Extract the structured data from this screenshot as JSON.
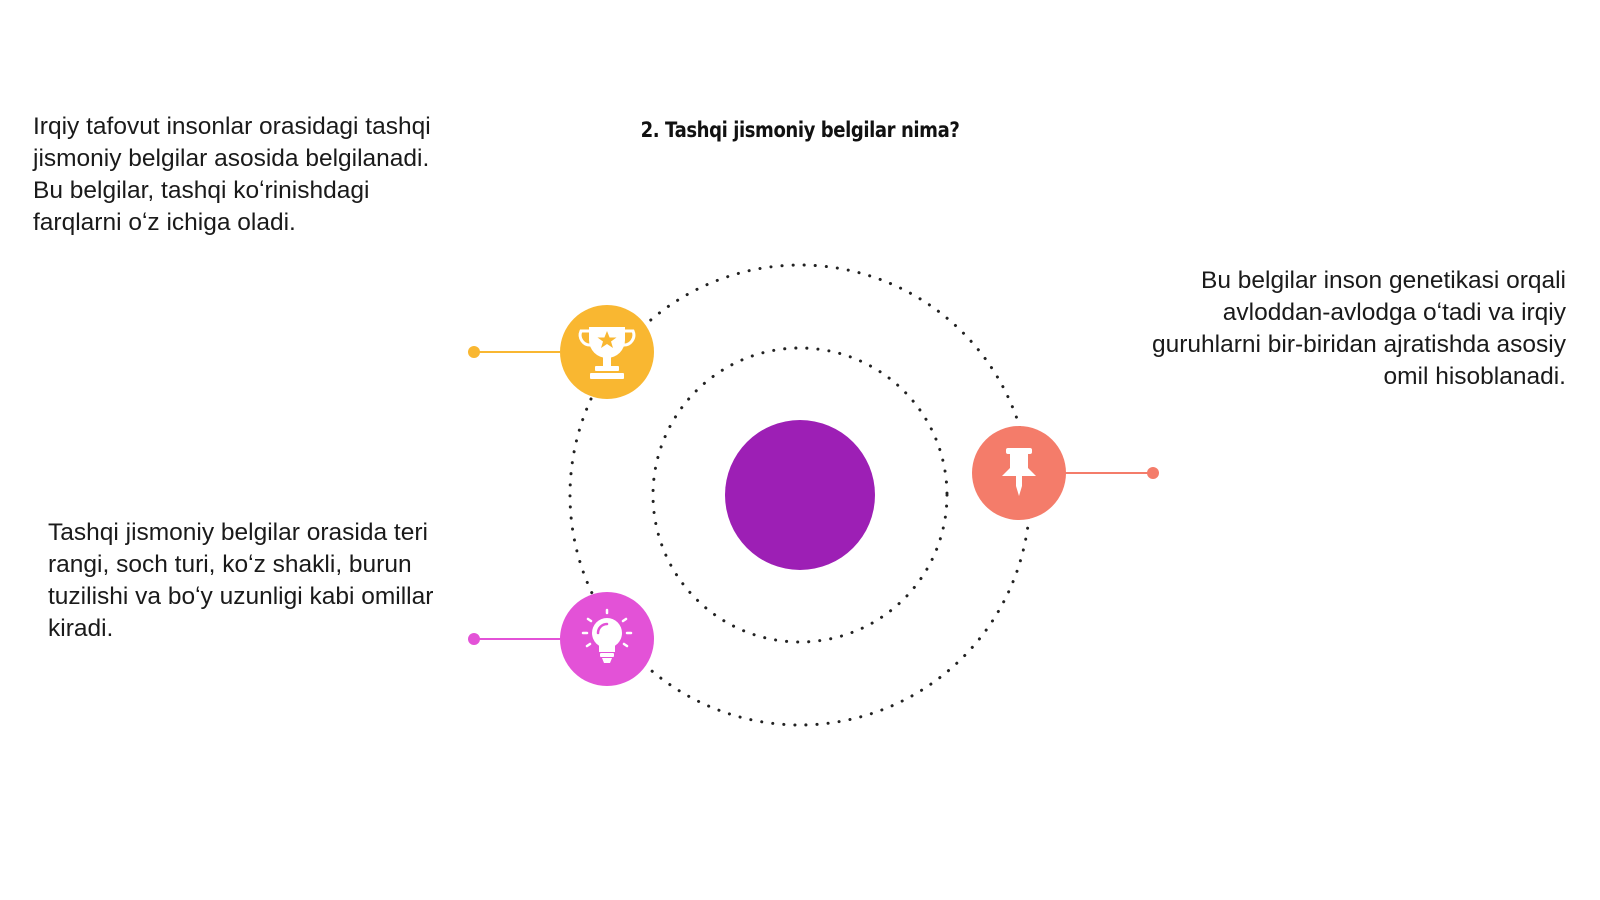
{
  "title": "2. Tashqi jismoniy belgilar nima?",
  "blocks": {
    "top_left": "Irqiy tafovut insonlar orasidagi tashqi jismoniy belgilar asosida belgilanadi. Bu belgilar, tashqi koʻrinishdagi farqlarni oʻz ichiga oladi.",
    "right": "Bu belgilar inson genetikasi orqali avloddan-avlodga oʻtadi va irqiy guruhlarni bir-biridan ajratishda asosiy omil hisoblanadi.",
    "bottom_left": "Tashqi jismoniy belgilar orasida teri rangi, soch turi, koʻz shakli, burun tuzilishi va boʻy uzunligi kabi omillar kiradi."
  },
  "nodes": [
    {
      "icon": "trophy-icon",
      "color": "#F9B731"
    },
    {
      "icon": "pushpin-icon",
      "color": "#F47C6A"
    },
    {
      "icon": "lightbulb-icon",
      "color": "#E352D7"
    }
  ],
  "center_color": "#9D1FB5"
}
